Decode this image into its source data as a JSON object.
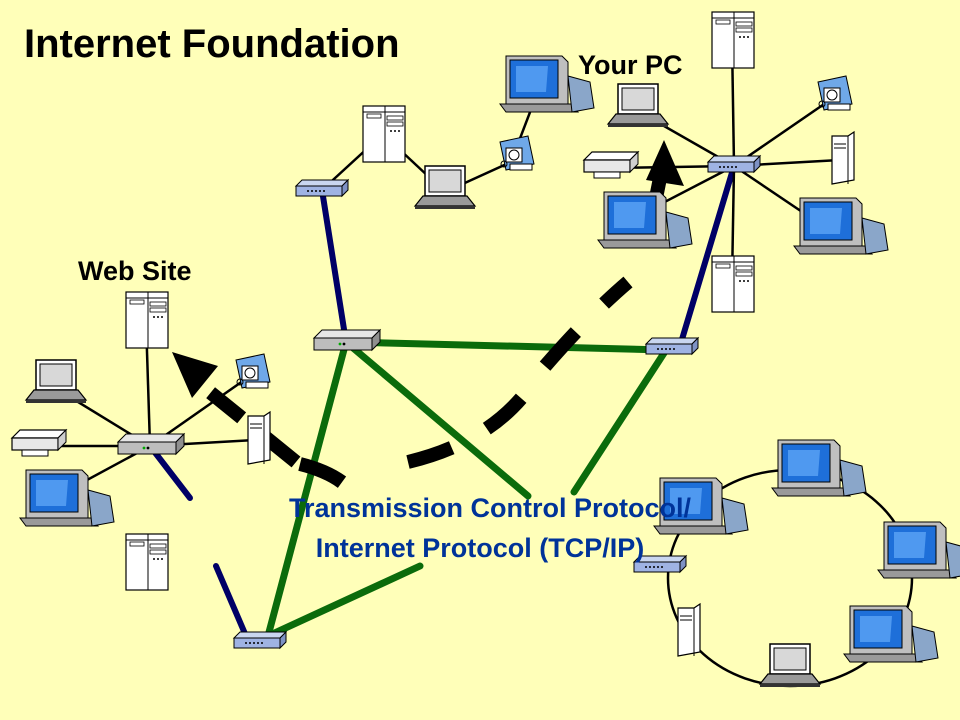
{
  "title": "Internet Foundation",
  "labels": {
    "your_pc": "Your PC",
    "web_site": "Web Site"
  },
  "caption": {
    "line1": "Transmission Control Protocol/",
    "line2": "Internet Protocol (TCP/IP)"
  },
  "colors": {
    "background": "#FFFFB9",
    "backbone_link": "#0B6B0B",
    "access_link": "#000066",
    "lan_link": "#000000",
    "caption_text": "#003399",
    "screen": "#1E6FD9"
  }
}
